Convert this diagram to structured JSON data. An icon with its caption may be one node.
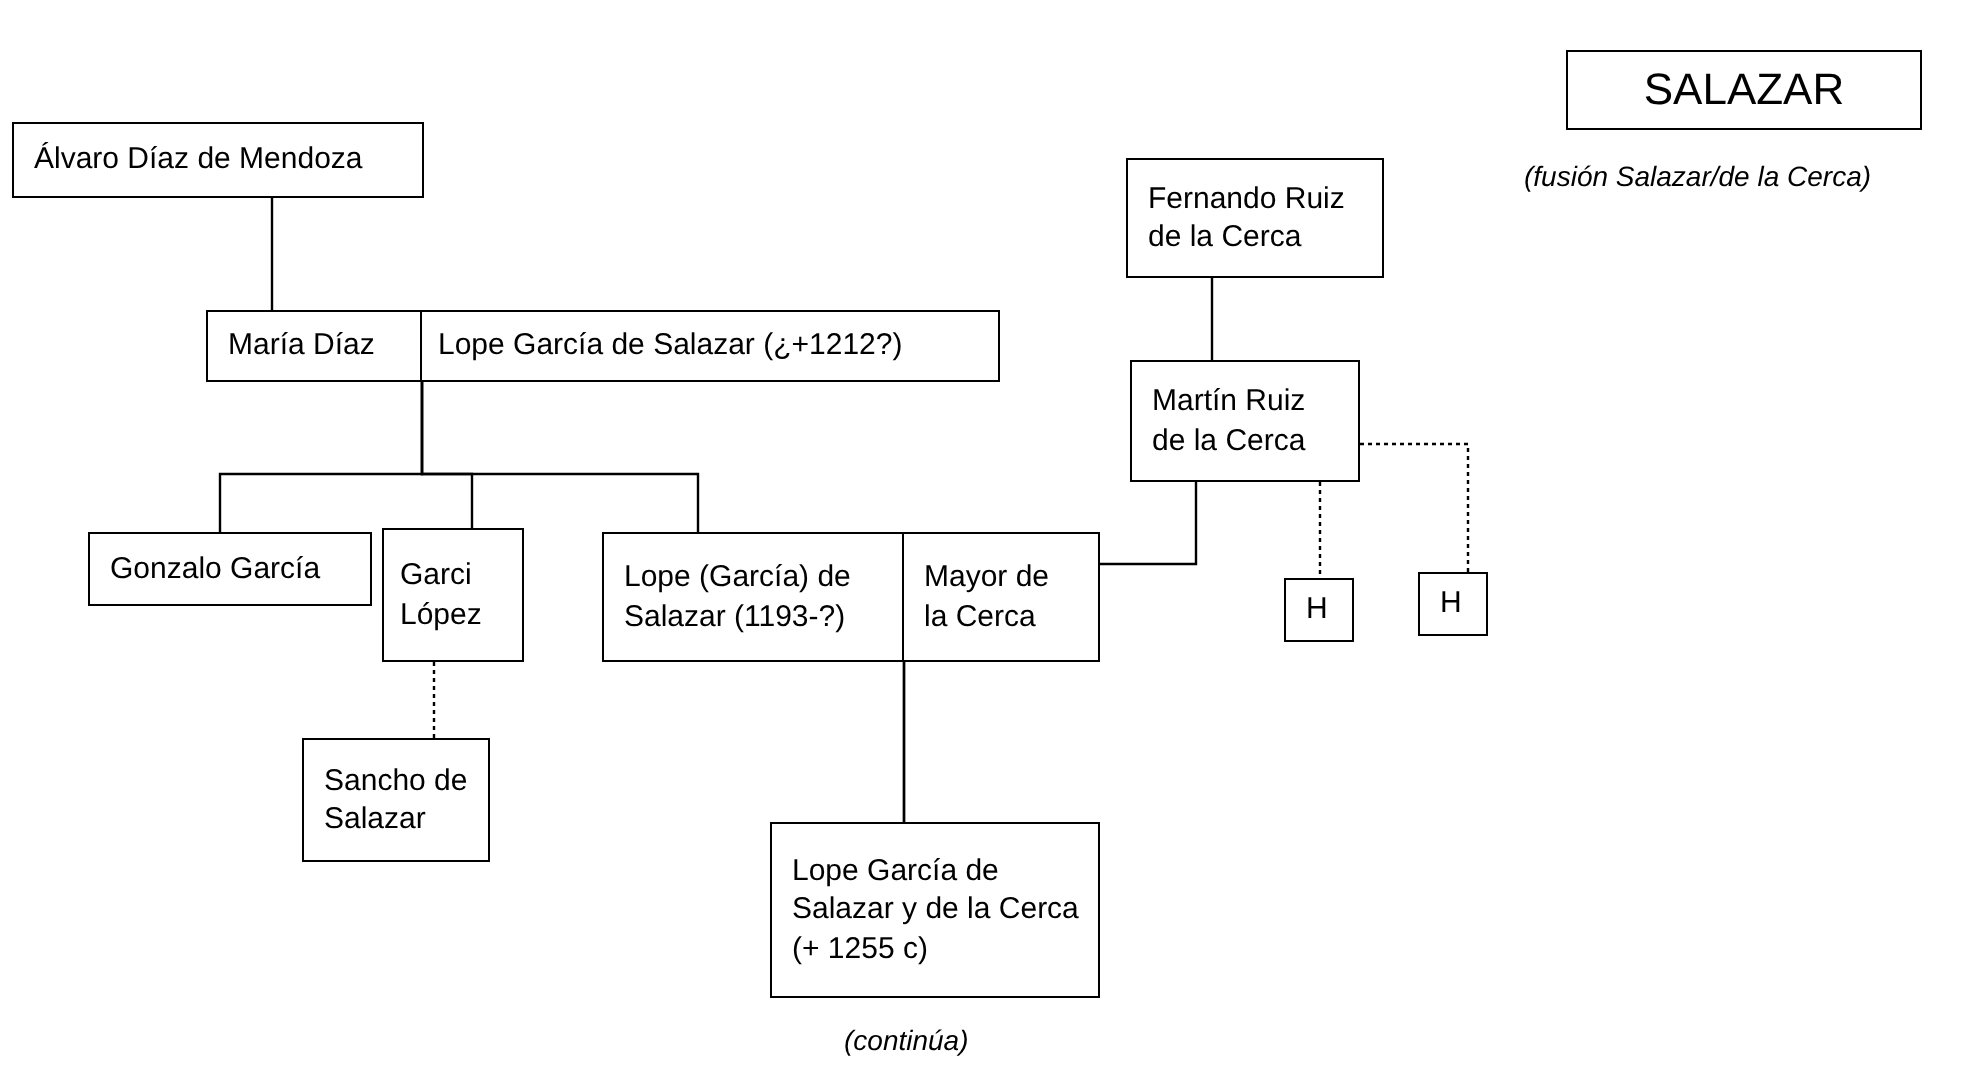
{
  "diagram": {
    "title": "SALAZAR",
    "nodes": [
      {
        "text": [
          "Álvaro Díaz de Mendoza"
        ]
      },
      {
        "text": [
          "María Díaz"
        ]
      },
      {
        "text": [
          "Lope García de Salazar (¿+1212?)"
        ]
      },
      {
        "text": [
          "Fernando Ruiz de la Cerca"
        ]
      },
      {
        "text": [
          "Martín Ruiz de la Cerca"
        ]
      },
      {
        "text": [
          "Gonzalo García"
        ]
      },
      {
        "text": [
          "Garci López"
        ]
      },
      {
        "text": [
          "Lope (García) de Salazar (1193-?)"
        ]
      },
      {
        "text": [
          "Mayor de la Cerca"
        ]
      },
      {
        "text": [
          "H"
        ]
      },
      {
        "text": [
          "H"
        ]
      },
      {
        "text": [
          "Sancho de Salazar"
        ]
      },
      {
        "text": [
          "Lope García de Salazar y de la Cerca (+ 1255 c)"
        ]
      }
    ],
    "edges": [
      {
        "from": 0,
        "to": 1,
        "arrow": "none"
      },
      {
        "from": 2,
        "to": 5,
        "arrow": "none"
      },
      {
        "from": 2,
        "to": 6,
        "arrow": "none"
      },
      {
        "from": 2,
        "to": 7,
        "arrow": "none"
      },
      {
        "from": 6,
        "to": 11,
        "arrow": "none",
        "style": "dashed"
      },
      {
        "from": 3,
        "to": 4,
        "arrow": "none"
      },
      {
        "from": 4,
        "to": 8,
        "arrow": "none"
      },
      {
        "from": 4,
        "to": 9,
        "arrow": "none",
        "style": "dashed"
      },
      {
        "from": 4,
        "to": 10,
        "arrow": "none",
        "style": "dashed"
      },
      {
        "from": 7,
        "to": 12,
        "arrow": "none"
      },
      {
        "from": 8,
        "to": 12,
        "arrow": "none"
      }
    ],
    "labels": [
      "(fusión Salazar/de la Cerca)",
      "(continúa)"
    ]
  }
}
